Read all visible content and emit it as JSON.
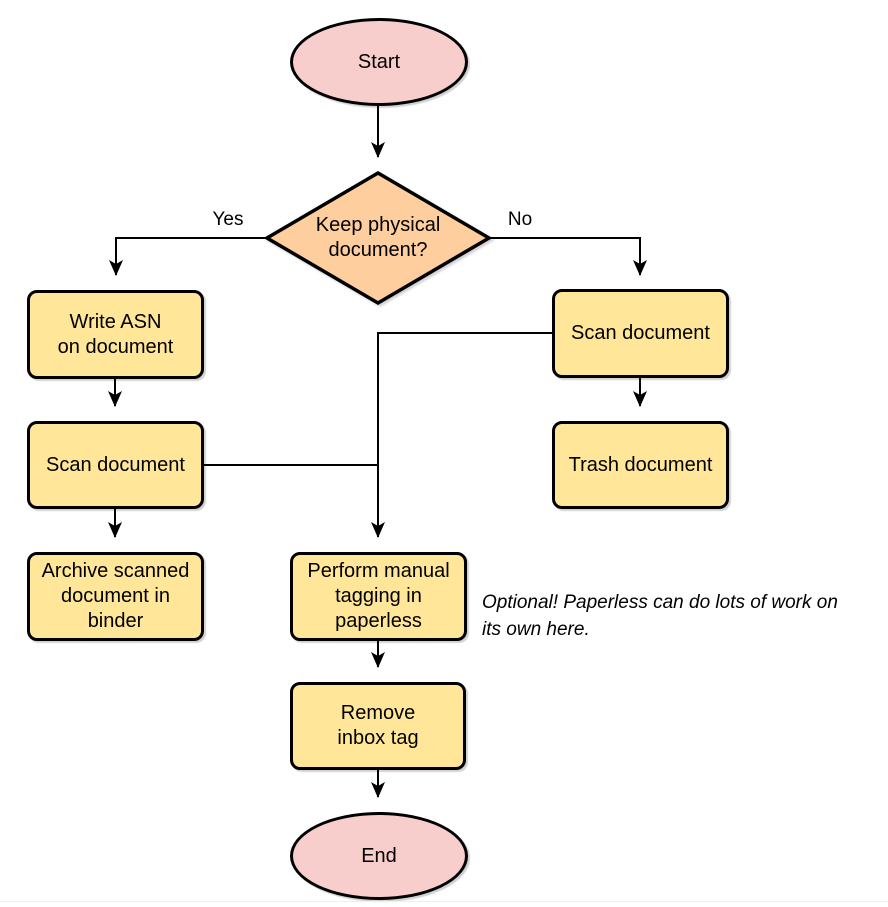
{
  "nodes": {
    "start": {
      "label": "Start",
      "type": "terminator"
    },
    "decision": {
      "label": "Keep physical\ndocument?",
      "type": "decision"
    },
    "write_asn": {
      "label": "Write ASN\non document",
      "type": "process"
    },
    "scan_left": {
      "label": "Scan document",
      "type": "process"
    },
    "archive": {
      "label": "Archive scanned\ndocument in\nbinder",
      "type": "process"
    },
    "scan_right": {
      "label": "Scan document",
      "type": "process"
    },
    "trash": {
      "label": "Trash document",
      "type": "process"
    },
    "tagging": {
      "label": "Perform manual\ntagging in\npaperless",
      "type": "process"
    },
    "remove_inbox": {
      "label": "Remove\ninbox tag",
      "type": "process"
    },
    "end": {
      "label": "End",
      "type": "terminator"
    }
  },
  "edge_labels": {
    "yes": "Yes",
    "no": "No"
  },
  "annotation": {
    "text": "Optional! Paperless can do lots of work on\nits own here."
  },
  "colors": {
    "terminator_fill": "#f8cecc",
    "decision_fill": "#ffce9e",
    "process_fill": "#ffe699",
    "stroke": "#000000",
    "text": "#000000",
    "background": "#ffffff",
    "bottom_hairline": "#f0efe9"
  }
}
